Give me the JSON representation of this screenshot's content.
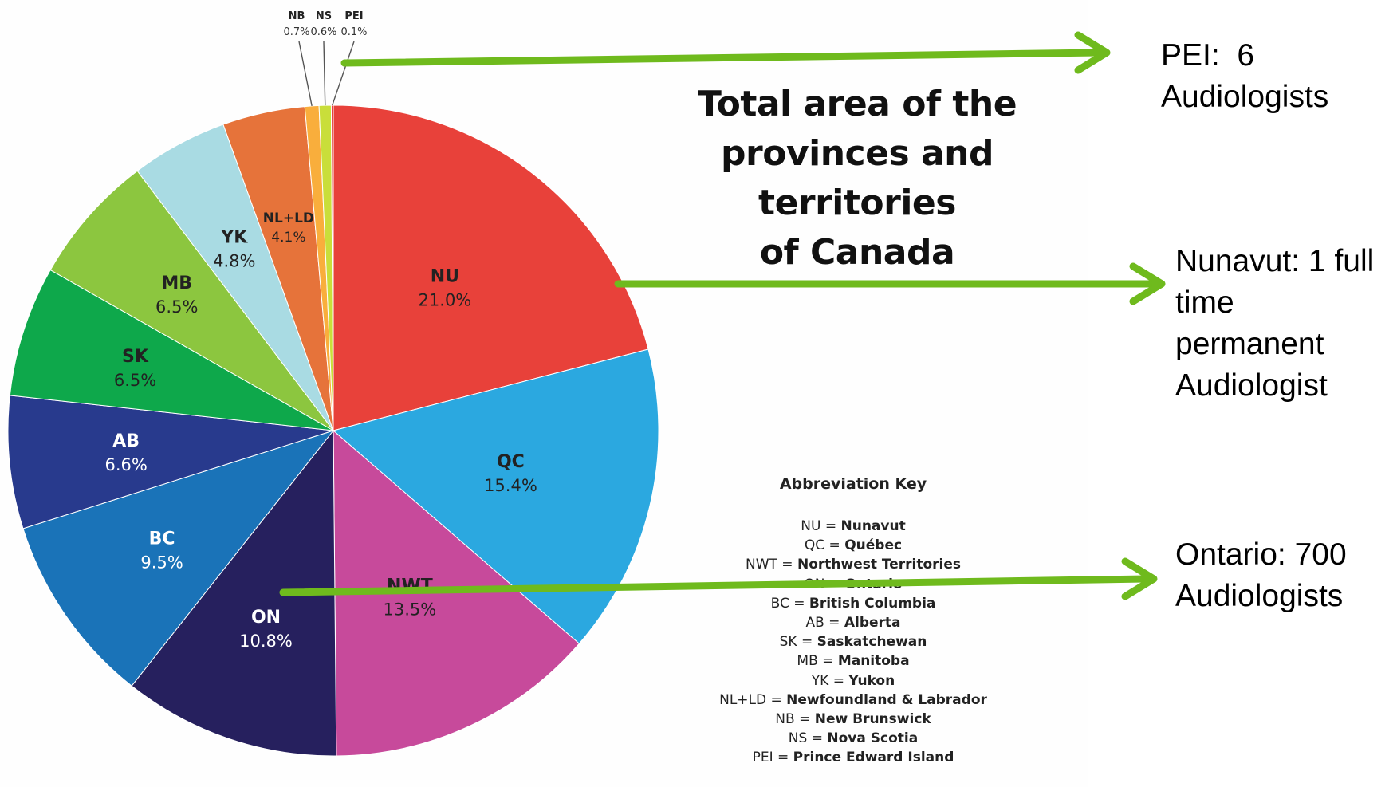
{
  "chart_data": {
    "type": "pie",
    "title": "Total area of the provinces and territories of Canada",
    "slices": [
      {
        "code": "NU",
        "pct_label": "21.0%",
        "value": 21.0,
        "color": "#e8413a"
      },
      {
        "code": "QC",
        "pct_label": "15.4%",
        "value": 15.4,
        "color": "#2ba8e0"
      },
      {
        "code": "NWT",
        "pct_label": "13.5%",
        "value": 13.5,
        "color": "#c74a9b"
      },
      {
        "code": "ON",
        "pct_label": "10.8%",
        "value": 10.8,
        "color": "#26205e"
      },
      {
        "code": "BC",
        "pct_label": "9.5%",
        "value": 9.5,
        "color": "#1a73b8"
      },
      {
        "code": "AB",
        "pct_label": "6.6%",
        "value": 6.6,
        "color": "#283a8d"
      },
      {
        "code": "SK",
        "pct_label": "6.5%",
        "value": 6.5,
        "color": "#0ea84b"
      },
      {
        "code": "MB",
        "pct_label": "6.5%",
        "value": 6.5,
        "color": "#8cc63f"
      },
      {
        "code": "YK",
        "pct_label": "4.8%",
        "value": 4.8,
        "color": "#a9dbe3"
      },
      {
        "code": "NL+LD",
        "pct_label": "4.1%",
        "value": 4.1,
        "color": "#e6733a"
      },
      {
        "code": "NB",
        "pct_label": "0.7%",
        "value": 0.7,
        "color": "#f9ae3c"
      },
      {
        "code": "NS",
        "pct_label": "0.6%",
        "value": 0.6,
        "color": "#c9de3a"
      },
      {
        "code": "PEI",
        "pct_label": "0.1%",
        "value": 0.1,
        "color": "#e8413a"
      }
    ]
  },
  "title_lines": [
    "Total area of the",
    "provinces and territories",
    "of Canada"
  ],
  "abbreviation_key": {
    "title": "Abbreviation Key",
    "items": [
      {
        "abbr": "NU",
        "name": "Nunavut"
      },
      {
        "abbr": "QC",
        "name": "Québec"
      },
      {
        "abbr": "NWT",
        "name": "Northwest Territories"
      },
      {
        "abbr": "ON",
        "name": "Ontario"
      },
      {
        "abbr": "BC",
        "name": "British Columbia"
      },
      {
        "abbr": "AB",
        "name": "Alberta"
      },
      {
        "abbr": "SK",
        "name": "Saskatchewan"
      },
      {
        "abbr": "MB",
        "name": "Manitoba"
      },
      {
        "abbr": "YK",
        "name": "Yukon"
      },
      {
        "abbr": "NL+LD",
        "name": "Newfoundland & Labrador"
      },
      {
        "abbr": "NB",
        "name": "New Brunswick"
      },
      {
        "abbr": "NS",
        "name": "Nova Scotia"
      },
      {
        "abbr": "PEI",
        "name": "Prince Edward Island"
      }
    ]
  },
  "annotations": {
    "pei": {
      "line1": "PEI:  6",
      "line2": "Audiologists"
    },
    "nunavut": {
      "line1": "Nunavut: 1 full",
      "line2": "time",
      "line3": "permanent",
      "line4": "Audiologist"
    },
    "ontario": {
      "line1": "Ontario: 700",
      "line2": "Audiologists"
    }
  },
  "arrow_color": "#6fba1d"
}
